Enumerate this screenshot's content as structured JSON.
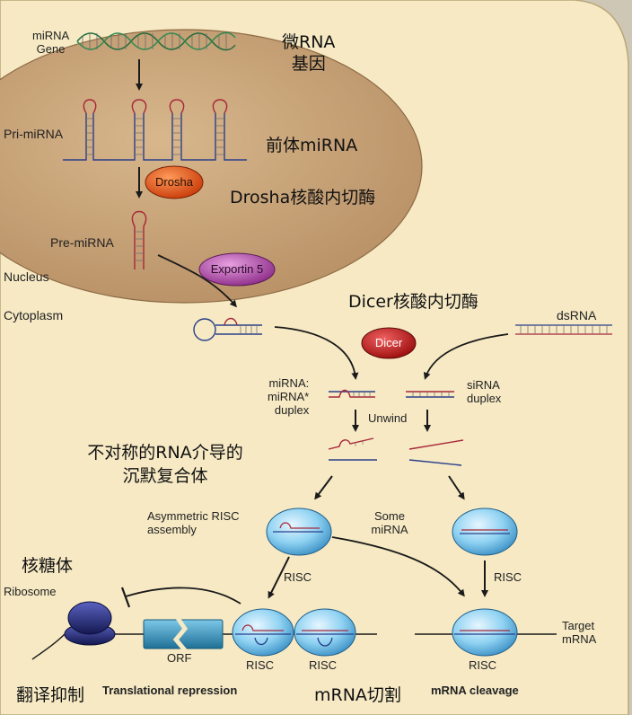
{
  "labels": {
    "mirna_gene": "miRNA\nGene",
    "pri_mirna": "Pri-miRNA",
    "pre_mirna": "Pre-miRNA",
    "nucleus": "Nucleus",
    "cytoplasm": "Cytoplasm",
    "drosha": "Drosha",
    "exportin5": "Exportin 5",
    "dicer": "Dicer",
    "dsrna": "dsRNA",
    "mirna_duplex": "miRNA:\nmiRNA*\nduplex",
    "sirna_duplex": "siRNA\nduplex",
    "unwind": "Unwind",
    "asym_risc": "Asymmetric RISC\nassembly",
    "some_mirna": "Some\nmiRNA",
    "risc_left_arrow": "RISC",
    "risc_right_arrow": "RISC",
    "ribosome": "Ribosome",
    "orf": "ORF",
    "risc_1": "RISC",
    "risc_2": "RISC",
    "risc_3": "RISC",
    "target_mrna": "Target\nmRNA",
    "translational_repression": "Translational repression",
    "mrna_cleavage": "mRNA cleavage"
  },
  "annotations_zh": {
    "mirna_gene": "微RNA\n基因",
    "pre_mirna": "前体miRNA",
    "drosha": "Drosha核酸内切酶",
    "dicer": "Dicer核酸内切酶",
    "risc": "不对称的RNA介导的\n沉默复合体",
    "ribosome": "核糖体",
    "translation_repression": "翻译抑制",
    "mrna_cleavage": "mRNA切割"
  },
  "colors": {
    "cytoplasm": "#f6e9c4",
    "nucleus": "#c9a47a",
    "drosha": "#e04a10",
    "exportin": "#b94fb0",
    "dicer": "#c01818",
    "risc": "#8ad0f0",
    "ribosome": "#23287a",
    "orf": "#2a8ab2",
    "rna_red": "#a8283a",
    "rna_blue": "#2a3f8a"
  }
}
